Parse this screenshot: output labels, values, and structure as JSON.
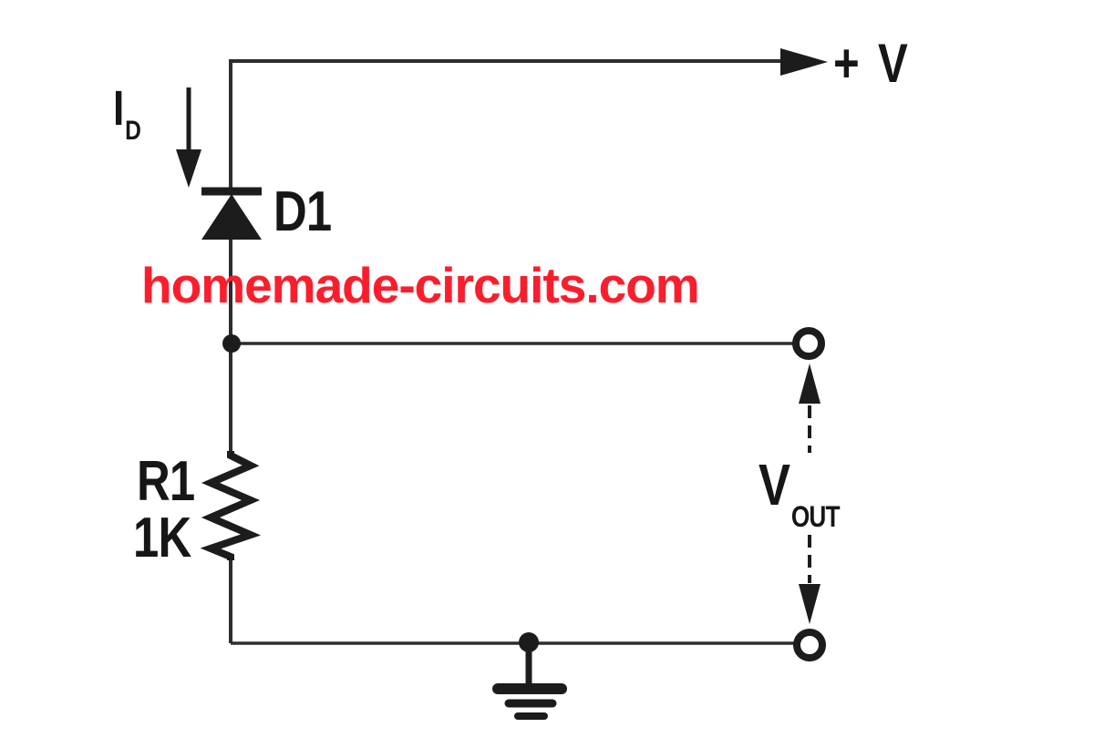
{
  "diagram": {
    "type": "circuit-schematic",
    "description": "Diode D1 in series from +V rail to output node, resistor R1 1K from output node to ground, output taken across R1 as VOUT",
    "colors": {
      "background": "#ffffff",
      "ink": "#1c1c1c",
      "wire": "#2d2d2d",
      "watermark_red": "#fa1e2d"
    }
  },
  "watermark": {
    "text": "homemade-circuits.com"
  },
  "labels": {
    "supply_rail": "+ V",
    "diode_current": {
      "main": "I",
      "sub": "D"
    },
    "diode_ref": "D1",
    "resistor_ref": "R1",
    "resistor_value": "1K",
    "output_voltage": {
      "main": "V",
      "sub": "OUT"
    }
  },
  "components": [
    {
      "ref": "D1",
      "type": "diode",
      "note": "current ID flows downward through D1"
    },
    {
      "ref": "R1",
      "type": "resistor",
      "value": "1K"
    }
  ],
  "nodes": [
    {
      "name": "+V",
      "kind": "supply-rail"
    },
    {
      "name": "VOUT",
      "kind": "output-terminals"
    },
    {
      "name": "GND",
      "kind": "earth-ground"
    }
  ]
}
